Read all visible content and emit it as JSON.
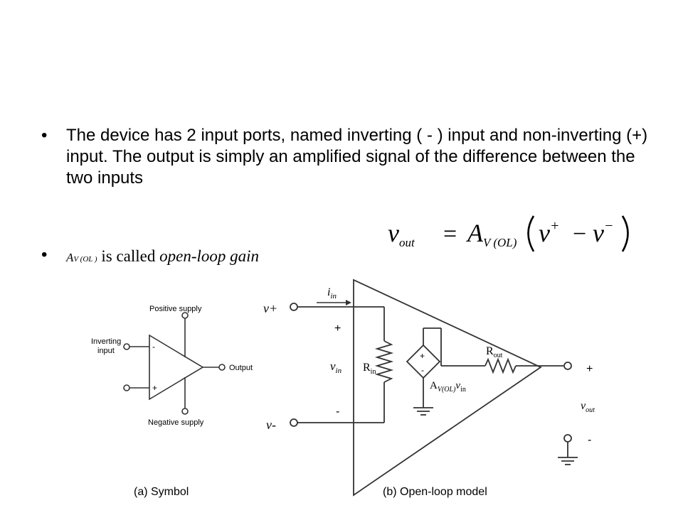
{
  "bullets": [
    "The device has 2 input ports, named inverting ( - ) input and non-inverting (+) input. The output is simply an amplified signal of the difference between the two inputs"
  ],
  "gain_bullet": {
    "symbol": "A",
    "symbol_sub": "V (OL )",
    "text_mid": " is called ",
    "text_term": "open-loop gain"
  },
  "equation": {
    "lhs": "v",
    "lhs_sub": "out",
    "eq": "=",
    "A": "A",
    "A_sub": "V (OL)",
    "v_plus": "v",
    "plus_sup": "+",
    "minus": "−",
    "v_minus": "v",
    "minus_sup": "−"
  },
  "symbol_diagram": {
    "positive_supply": "Positive supply",
    "negative_supply": "Negative supply",
    "inverting_line1": "Inverting",
    "inverting_line2": "input",
    "output": "Output",
    "minus_sign": "-",
    "plus_sign": "+",
    "caption": "(a) Symbol"
  },
  "model_diagram": {
    "i_in": "i",
    "i_in_sub": "in",
    "v_plus": "v+",
    "v_minus": "v-",
    "plus_sign": "+",
    "minus_sign": "-",
    "v_in": "v",
    "v_in_sub": "in",
    "r_in": "R",
    "r_in_sub": "in",
    "r_out": "R",
    "r_out_sub": "out",
    "src_plus": "+",
    "src_minus": "-",
    "gain_A": "A",
    "gain_sub": "V(OL)",
    "gain_v": "v",
    "gain_v_sub": "in",
    "out_plus": "+",
    "v_out": "v",
    "v_out_sub": "out",
    "out_minus": "-",
    "caption": "(b) Open-loop model"
  }
}
